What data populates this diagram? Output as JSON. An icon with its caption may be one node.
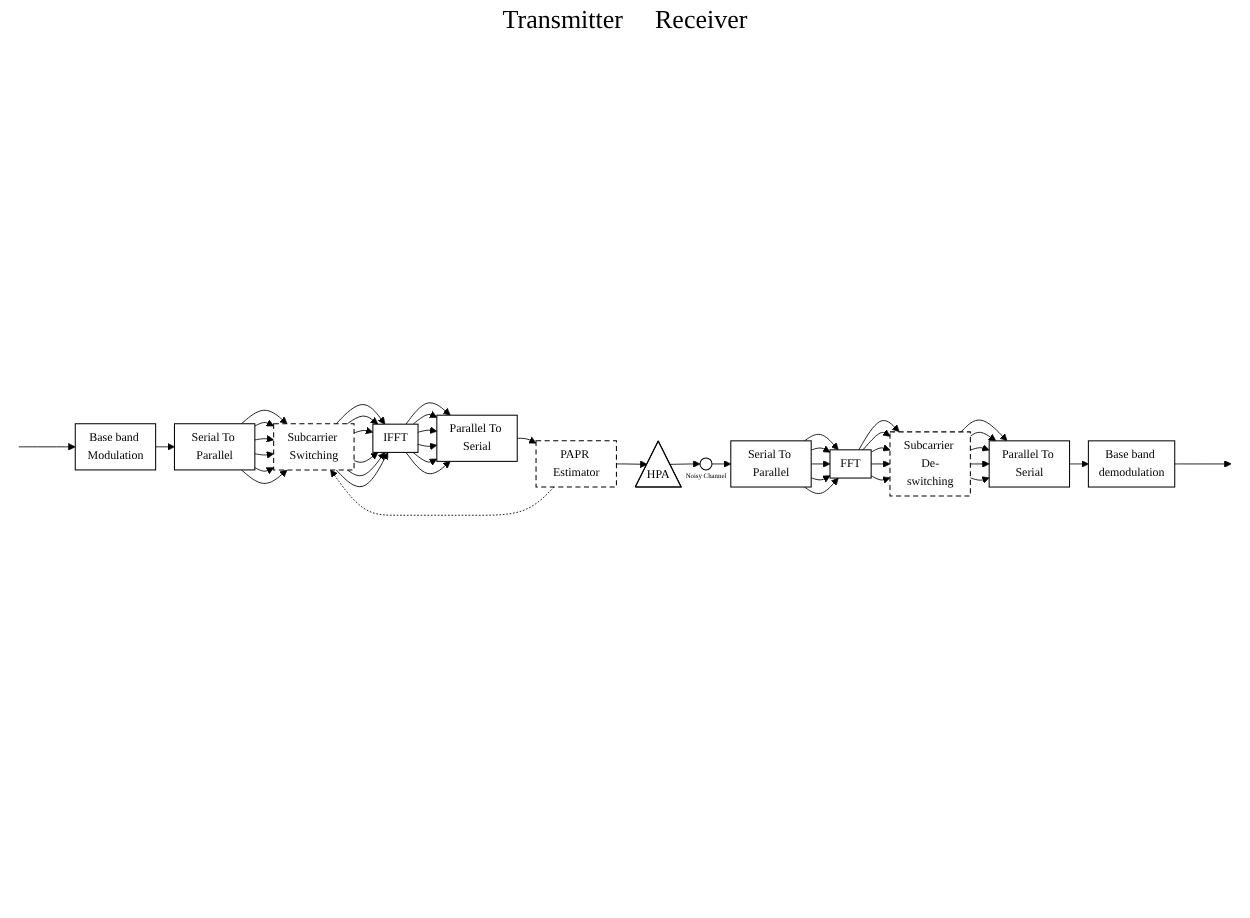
{
  "diagram": {
    "nodes": [
      {
        "text": [
          "Base band Modulation"
        ]
      },
      {
        "text": [
          "Serial To Parallel"
        ]
      },
      {
        "text": [
          "Subcarrier Switching"
        ]
      },
      {
        "text": [
          "IFFT"
        ]
      },
      {
        "text": [
          "Parallel To Serial"
        ]
      },
      {
        "text": [
          "PAPR Estimator"
        ]
      },
      {
        "text": [
          "HPA"
        ]
      },
      {
        "text": [],
        "shape": "circle",
        "beside": [
          "Noisy Channel"
        ]
      },
      {
        "text": [
          "Serial To Parallel"
        ]
      },
      {
        "text": [
          "FFT"
        ]
      },
      {
        "text": [
          "Subcarrier De-switching"
        ]
      },
      {
        "text": [
          "Parallel To Serial"
        ]
      },
      {
        "text": [
          "Base band demodulation"
        ]
      }
    ],
    "edges": [
      {
        "from": null,
        "to": 0,
        "arrow": "to"
      },
      {
        "from": 0,
        "to": 1,
        "arrow": "to"
      },
      {
        "from": 1,
        "to": 2,
        "arrow": "to"
      },
      {
        "from": 1,
        "to": 2,
        "arrow": "to"
      },
      {
        "from": 1,
        "to": 2,
        "arrow": "to"
      },
      {
        "from": 1,
        "to": 2,
        "arrow": "to"
      },
      {
        "from": 1,
        "to": 2,
        "arrow": "to"
      },
      {
        "from": 1,
        "to": 2,
        "arrow": "to"
      },
      {
        "from": 2,
        "to": 3,
        "arrow": "to"
      },
      {
        "from": 2,
        "to": 3,
        "arrow": "to"
      },
      {
        "from": 2,
        "to": 3,
        "arrow": "to"
      },
      {
        "from": 2,
        "to": 3,
        "arrow": "to"
      },
      {
        "from": 2,
        "to": 3,
        "arrow": "to"
      },
      {
        "from": 2,
        "to": 3,
        "arrow": "to"
      },
      {
        "from": 3,
        "to": 4,
        "arrow": "to"
      },
      {
        "from": 3,
        "to": 4,
        "arrow": "to"
      },
      {
        "from": 3,
        "to": 4,
        "arrow": "to"
      },
      {
        "from": 3,
        "to": 4,
        "arrow": "to"
      },
      {
        "from": 3,
        "to": 4,
        "arrow": "to"
      },
      {
        "from": 3,
        "to": 4,
        "arrow": "to"
      },
      {
        "from": 4,
        "to": 5,
        "arrow": "to"
      },
      {
        "from": 5,
        "to": 6,
        "arrow": "to"
      },
      {
        "from": 5,
        "to": 2,
        "arrow": "to",
        "style": "dashed"
      },
      {
        "from": 6,
        "to": 7,
        "arrow": "to"
      },
      {
        "from": 7,
        "to": 8,
        "arrow": "to"
      },
      {
        "from": 8,
        "to": 9,
        "arrow": "to"
      },
      {
        "from": 8,
        "to": 9,
        "arrow": "to"
      },
      {
        "from": 8,
        "to": 9,
        "arrow": "to"
      },
      {
        "from": 8,
        "to": 9,
        "arrow": "to"
      },
      {
        "from": 8,
        "to": 9,
        "arrow": "to"
      },
      {
        "from": 9,
        "to": 10,
        "arrow": "to"
      },
      {
        "from": 9,
        "to": 10,
        "arrow": "to"
      },
      {
        "from": 9,
        "to": 10,
        "arrow": "to"
      },
      {
        "from": 9,
        "to": 10,
        "arrow": "to"
      },
      {
        "from": 9,
        "to": 10,
        "arrow": "to"
      },
      {
        "from": 10,
        "to": 11,
        "arrow": "to"
      },
      {
        "from": 10,
        "to": 11,
        "arrow": "to"
      },
      {
        "from": 10,
        "to": 11,
        "arrow": "to"
      },
      {
        "from": 10,
        "to": 11,
        "arrow": "to"
      },
      {
        "from": 10,
        "to": 11,
        "arrow": "to"
      },
      {
        "from": 11,
        "to": 12,
        "arrow": "to"
      },
      {
        "from": 12,
        "to": null,
        "arrow": "to"
      }
    ],
    "labels": [
      "Transmitter",
      "Receiver"
    ]
  }
}
